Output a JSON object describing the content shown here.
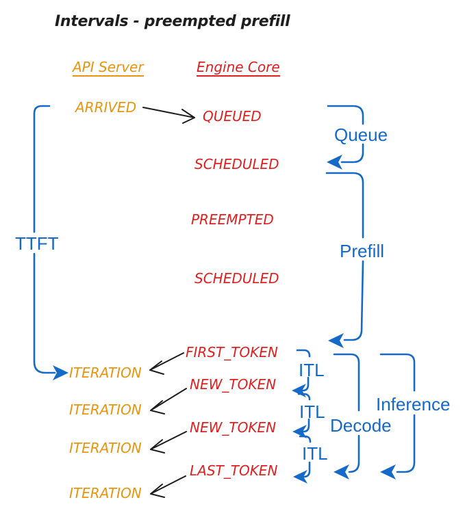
{
  "title": "Intervals - preempted prefill",
  "colors": {
    "orange": "#ea940e",
    "red": "#e02020",
    "blue": "#1569c8",
    "ink": "#1e1e1e"
  },
  "columns": {
    "api_server": "API Server",
    "engine_core": "Engine Core"
  },
  "api_events": [
    {
      "label": "ARRIVED"
    },
    {
      "label": "ITERATION"
    },
    {
      "label": "ITERATION"
    },
    {
      "label": "ITERATION"
    },
    {
      "label": "ITERATION"
    }
  ],
  "engine_events": [
    {
      "label": "QUEUED"
    },
    {
      "label": "SCHEDULED"
    },
    {
      "label": "PREEMPTED"
    },
    {
      "label": "SCHEDULED"
    },
    {
      "label": "FIRST_TOKEN"
    },
    {
      "label": "NEW_TOKEN"
    },
    {
      "label": "NEW_TOKEN"
    },
    {
      "label": "LAST_TOKEN"
    }
  ],
  "intervals": {
    "ttft": "TTFT",
    "queue": "Queue",
    "prefill": "Prefill",
    "itl": [
      {
        "label": "ITL"
      },
      {
        "label": "ITL"
      },
      {
        "label": "ITL"
      }
    ],
    "decode": "Decode",
    "inference": "Inference"
  }
}
